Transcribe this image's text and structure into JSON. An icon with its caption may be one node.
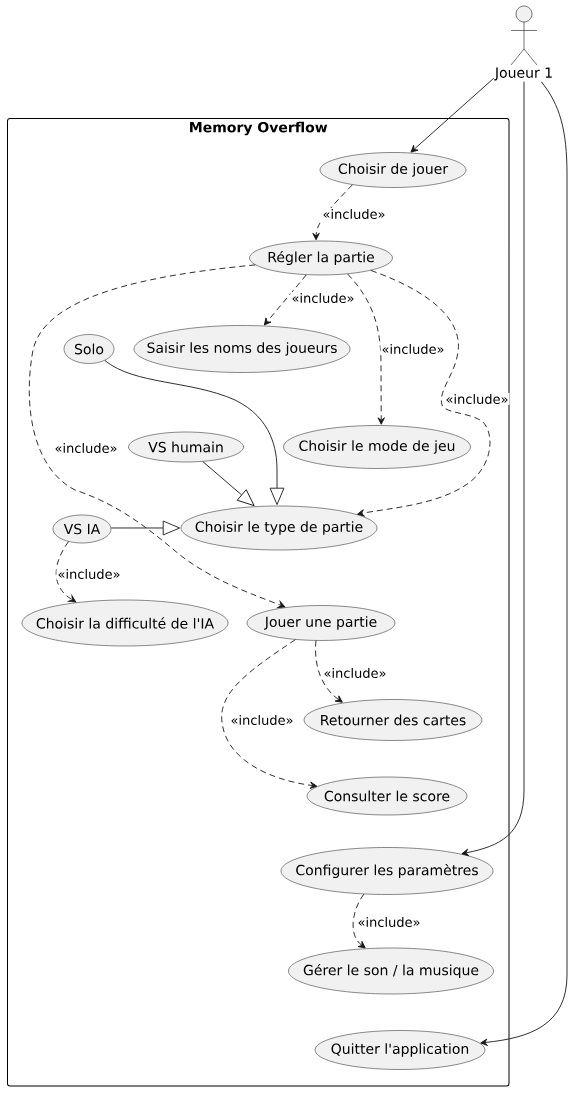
{
  "diagram": {
    "nodes": [
      {
        "text": [
          "Joueur 1"
        ]
      },
      {
        "text": [
          "Memory Overflow"
        ]
      },
      {
        "text": [
          "Choisir de jouer"
        ],
        "in": 1
      },
      {
        "text": [
          "Régler la partie"
        ],
        "in": 1
      },
      {
        "text": [
          "Solo"
        ],
        "in": 1
      },
      {
        "text": [
          "Saisir les noms des joueurs"
        ],
        "in": 1
      },
      {
        "text": [
          "VS humain"
        ],
        "in": 1
      },
      {
        "text": [
          "Choisir le mode de jeu"
        ],
        "in": 1
      },
      {
        "text": [
          "VS IA"
        ],
        "in": 1
      },
      {
        "text": [
          "Choisir le type de partie"
        ],
        "in": 1
      },
      {
        "text": [
          "Choisir la difficulté de l'IA"
        ],
        "in": 1
      },
      {
        "text": [
          "Jouer une partie"
        ],
        "in": 1
      },
      {
        "text": [
          "Retourner des cartes"
        ],
        "in": 1
      },
      {
        "text": [
          "Consulter le score"
        ],
        "in": 1
      },
      {
        "text": [
          "Configurer les paramètres"
        ],
        "in": 1
      },
      {
        "text": [
          "Gérer le son / la musique"
        ],
        "in": 1
      },
      {
        "text": [
          "Quitter l'application"
        ],
        "in": 1
      }
    ],
    "edges": [
      {
        "from": 0,
        "to": 2,
        "arrow": "to"
      },
      {
        "from": 2,
        "to": 3,
        "arrow": "to",
        "style": "dashed",
        "label": "«include»"
      },
      {
        "from": 3,
        "to": 5,
        "arrow": "to",
        "style": "dashed",
        "label": "«include»"
      },
      {
        "from": 3,
        "to": 7,
        "arrow": "to",
        "style": "dashed",
        "label": "«include»"
      },
      {
        "from": 3,
        "to": 9,
        "arrow": "to",
        "style": "dashed",
        "label": "«include»"
      },
      {
        "from": 3,
        "to": 11,
        "arrow": "to",
        "style": "dashed",
        "label": "«include»"
      },
      {
        "from": 4,
        "to": 9,
        "arrow": "to"
      },
      {
        "from": 6,
        "to": 9,
        "arrow": "to"
      },
      {
        "from": 8,
        "to": 9,
        "arrow": "to"
      },
      {
        "from": 8,
        "to": 10,
        "arrow": "to",
        "style": "dashed",
        "label": "«include»"
      },
      {
        "from": 11,
        "to": 12,
        "arrow": "to",
        "style": "dashed",
        "label": "«include»"
      },
      {
        "from": 11,
        "to": 13,
        "arrow": "to",
        "style": "dashed",
        "label": "«include»"
      },
      {
        "from": 0,
        "to": 14,
        "arrow": "to"
      },
      {
        "from": 14,
        "to": 15,
        "arrow": "to",
        "style": "dashed",
        "label": "«include»"
      },
      {
        "from": 0,
        "to": 16,
        "arrow": "to"
      }
    ]
  }
}
